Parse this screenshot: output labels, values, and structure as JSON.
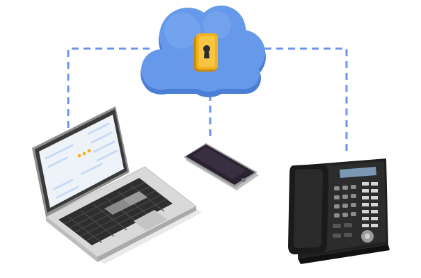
{
  "scene": {
    "cloud": {
      "icon": "padlock-keyhole-icon"
    },
    "devices": [
      {
        "name": "laptop",
        "icon": "laptop-icon"
      },
      {
        "name": "smartphone",
        "icon": "smartphone-icon"
      },
      {
        "name": "desk-phone",
        "icon": "office-desk-phone-icon"
      }
    ],
    "colors": {
      "cloud": "#6699ea",
      "cloud_shadow": "#4b7fd6",
      "connector": "#6b94ea",
      "lock": "#f2b21b",
      "laptop_body": "#d9d9d9",
      "phone_body": "#2b2b2b"
    }
  }
}
